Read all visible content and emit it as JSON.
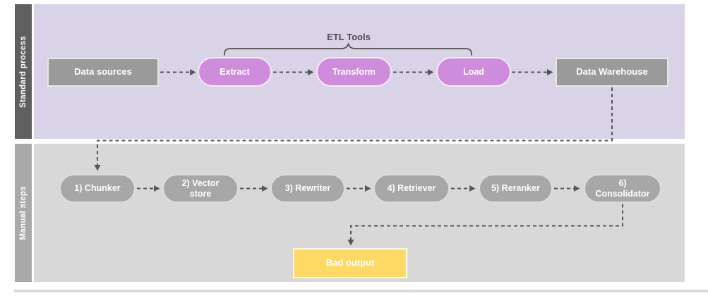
{
  "diagram": {
    "lanes": [
      {
        "label": "Standard process"
      },
      {
        "label": "Manual steps"
      }
    ],
    "standard": {
      "etl_tools_label": "ETL Tools",
      "data_sources": "Data sources",
      "extract": "Extract",
      "transform": "Transform",
      "load": "Load",
      "data_warehouse": "Data Warehouse"
    },
    "manual": {
      "steps": [
        "1) Chunker",
        "2) Vector store",
        "3) Rewriter",
        "4) Retriever",
        "5) Reranker",
        "6) Consolidator"
      ],
      "bad_output": "Bad output"
    },
    "colors": {
      "lane1_background": "#d9d3e8",
      "lane1_sidebar": "#5f5f5f",
      "lane2_background": "#d8d8d8",
      "lane2_sidebar": "#a9a9a9",
      "gray_node": "#9a9a9a",
      "purple_pill": "#cf8cdc",
      "gray_pill": "#a7a7a7",
      "bad_output_fill": "#ffd966",
      "connector": "#575757",
      "text_on_nodes": "#ffffff"
    }
  }
}
